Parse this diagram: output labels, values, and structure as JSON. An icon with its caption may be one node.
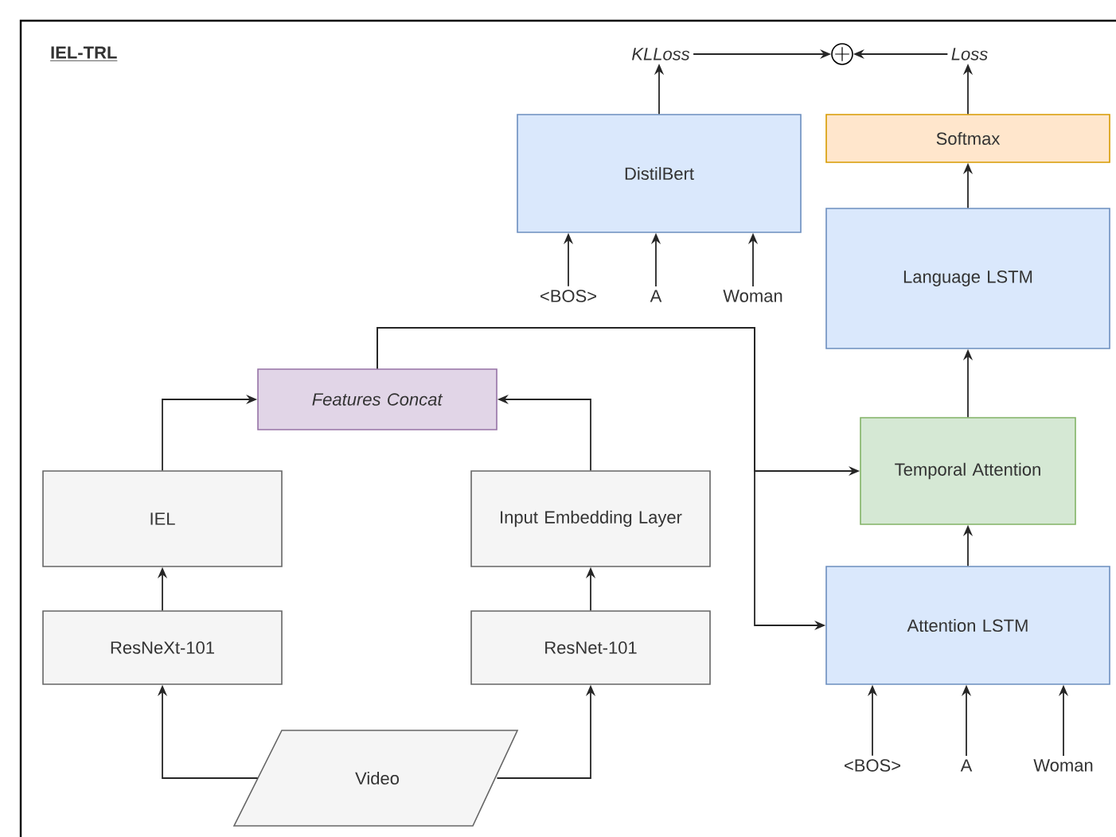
{
  "diagram": {
    "title": "IEL-TRL",
    "nodes": [
      {
        "text": [
          "*KLLoss*"
        ]
      },
      {
        "text": [],
        "shape": "circle"
      },
      {
        "text": [
          "*Loss*"
        ]
      },
      {
        "text": [
          "DistilBert"
        ]
      },
      {
        "text": [
          "Softmax"
        ]
      },
      {
        "text": [
          "Language LSTM"
        ]
      },
      {
        "text": [
          "<BOS>"
        ]
      },
      {
        "text": [
          "A"
        ]
      },
      {
        "text": [
          "Woman"
        ]
      },
      {
        "text": [
          "*Features Concat*"
        ]
      },
      {
        "text": [
          "Temporal Attention"
        ]
      },
      {
        "text": [
          "IEL"
        ]
      },
      {
        "text": [
          "Input Embedding Layer"
        ]
      },
      {
        "text": [
          "ResNeXt-101"
        ]
      },
      {
        "text": [
          "ResNet-101"
        ]
      },
      {
        "text": [
          "Attention LSTM"
        ]
      },
      {
        "text": [
          "<BOS>"
        ]
      },
      {
        "text": [
          "A"
        ]
      },
      {
        "text": [
          "Woman"
        ]
      },
      {
        "text": [
          "Video"
        ]
      }
    ],
    "edges": [
      {
        "from": 3,
        "to": 0,
        "arrow": "to"
      },
      {
        "from": 0,
        "to": 1,
        "arrow": "to"
      },
      {
        "from": 2,
        "to": 1,
        "arrow": "to"
      },
      {
        "from": 4,
        "to": 2,
        "arrow": "to"
      },
      {
        "from": 5,
        "to": 4,
        "arrow": "to"
      },
      {
        "from": 10,
        "to": 5,
        "arrow": "to"
      },
      {
        "from": 15,
        "to": 10,
        "arrow": "to"
      },
      {
        "from": 6,
        "to": 3,
        "arrow": "to"
      },
      {
        "from": 7,
        "to": 3,
        "arrow": "to"
      },
      {
        "from": 8,
        "to": 3,
        "arrow": "to"
      },
      {
        "from": 16,
        "to": 15,
        "arrow": "to"
      },
      {
        "from": 17,
        "to": 15,
        "arrow": "to"
      },
      {
        "from": 18,
        "to": 15,
        "arrow": "to"
      },
      {
        "from": 19,
        "to": 13,
        "arrow": "to"
      },
      {
        "from": 19,
        "to": 14,
        "arrow": "to"
      },
      {
        "from": 13,
        "to": 11,
        "arrow": "to"
      },
      {
        "from": 14,
        "to": 12,
        "arrow": "to"
      },
      {
        "from": 11,
        "to": 9,
        "arrow": "to"
      },
      {
        "from": 12,
        "to": 9,
        "arrow": "to"
      },
      {
        "from": 9,
        "to": 10,
        "arrow": "to"
      },
      {
        "from": 9,
        "to": 15,
        "arrow": "to"
      }
    ]
  }
}
